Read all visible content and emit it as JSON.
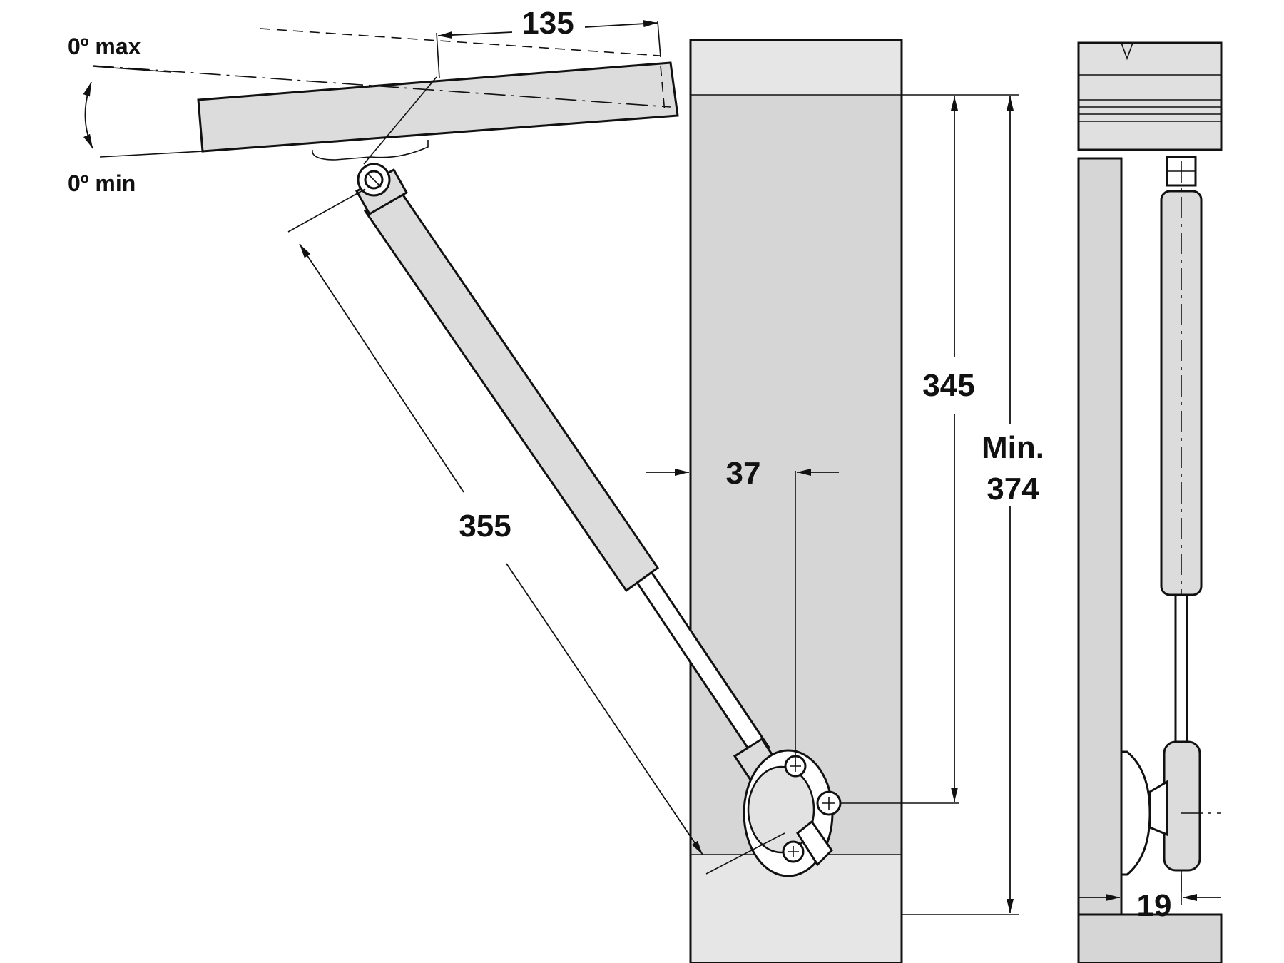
{
  "labels": {
    "angle_max": "0º max",
    "angle_min": "0º min",
    "dim_135": "135",
    "dim_355": "355",
    "dim_37": "37",
    "dim_345": "345",
    "dim_min_line1": "Min.",
    "dim_min_line2": "374",
    "dim_19": "19"
  },
  "colors": {
    "panel_fill": "#dcdcdc",
    "stroke": "#111111"
  }
}
